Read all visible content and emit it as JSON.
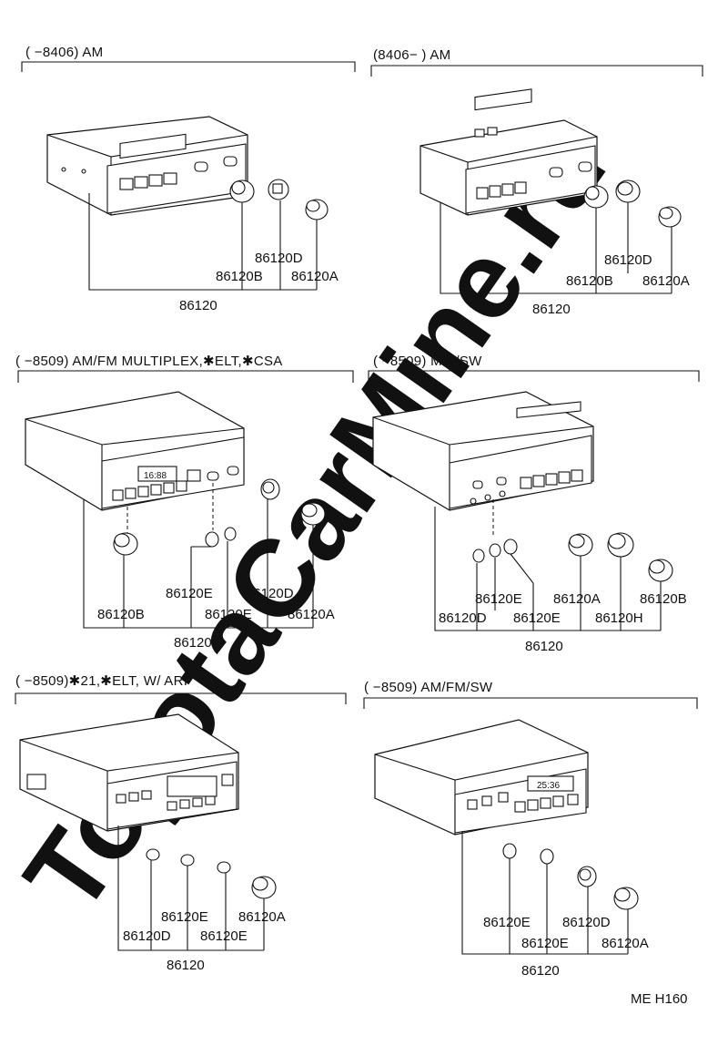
{
  "watermark": "ToyotaCarMine.ru",
  "page_code": "ME H160",
  "sections": [
    {
      "header": "(     −8406) AM",
      "assembly": "86120",
      "parts": [
        "86120B",
        "86120D",
        "86120A"
      ]
    },
    {
      "header": "(8406−      ) AM",
      "assembly": "86120",
      "parts": [
        "86120B",
        "86120D",
        "86120A"
      ]
    },
    {
      "header": "(     −8509) AM/FM MULTIPLEX,✱ELT,✱CSA",
      "assembly": "86120",
      "display_text": "16:88",
      "parts": [
        "86120B",
        "86120E",
        "86120E",
        "86120D",
        "86120A"
      ]
    },
    {
      "header": "(     −8509) MW/SW",
      "assembly": "86120",
      "parts": [
        "86120D",
        "86120E",
        "86120E",
        "86120A",
        "86120H",
        "86120B"
      ]
    },
    {
      "header": "(     −8509)✱21,✱ELT, W/ ARI",
      "assembly": "86120",
      "parts": [
        "86120D",
        "86120E",
        "86120E",
        "86120A"
      ]
    },
    {
      "header": "(     −8509) AM/FM/SW",
      "assembly": "86120",
      "display_text": "25:36",
      "parts": [
        "86120E",
        "86120E",
        "86120D",
        "86120A"
      ]
    }
  ]
}
